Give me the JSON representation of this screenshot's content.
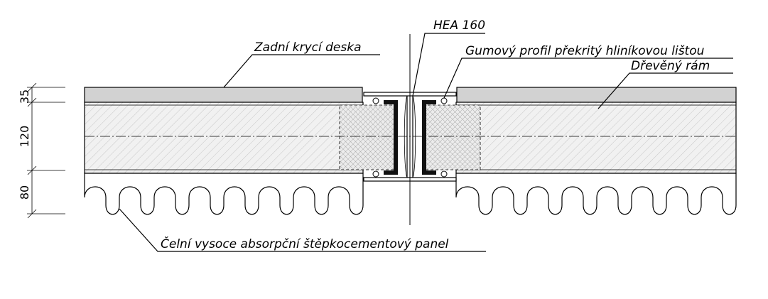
{
  "labels": {
    "hea": "HEA 160",
    "back_panel": "Zadní krycí deska",
    "rubber_profile": "Gumový profil překritý hliníkovou lištou",
    "wood_frame": "Dřevěný rám",
    "front_panel": "Čelní vysoce absorpční štěpkocementový panel"
  },
  "dimensions": {
    "d1": "35",
    "d2": "120",
    "d3": "80"
  },
  "colors": {
    "back_panel_fill": "#d2d2d2",
    "insulation_fill": "#ececec",
    "profile_black": "#111111"
  }
}
